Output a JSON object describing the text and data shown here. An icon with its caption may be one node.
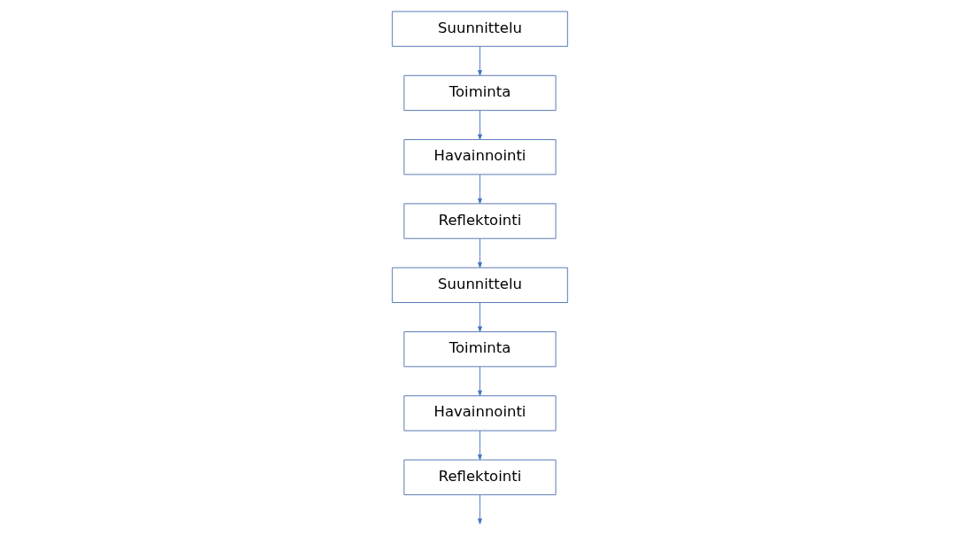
{
  "diagram": {
    "nodes": [
      {
        "text": [
          "Suunnittelu"
        ]
      },
      {
        "text": [
          "Reflektointi"
        ]
      },
      {
        "text": [
          "Toiminta"
        ]
      },
      {
        "text": [
          "Havainnointi"
        ]
      },
      {
        "text": [
          "Suunnittelu"
        ]
      },
      {
        "text": [
          "Reflektointi"
        ]
      },
      {
        "text": [
          "Toiminta"
        ]
      },
      {
        "text": [
          "Havainnointi"
        ]
      }
    ],
    "edges": [
      {
        "from": 0,
        "to": 2,
        "arrow": "to"
      },
      {
        "from": 2,
        "to": 3,
        "arrow": "to"
      },
      {
        "from": 3,
        "to": 1,
        "arrow": "to"
      },
      {
        "from": 1,
        "to": 4,
        "arrow": "to"
      },
      {
        "from": 4,
        "to": 6,
        "arrow": "to"
      },
      {
        "from": 6,
        "to": 7,
        "arrow": "to"
      },
      {
        "from": 7,
        "to": 5,
        "arrow": "to"
      },
      {
        "from": 5,
        "to": null,
        "arrow": "to"
      }
    ]
  }
}
